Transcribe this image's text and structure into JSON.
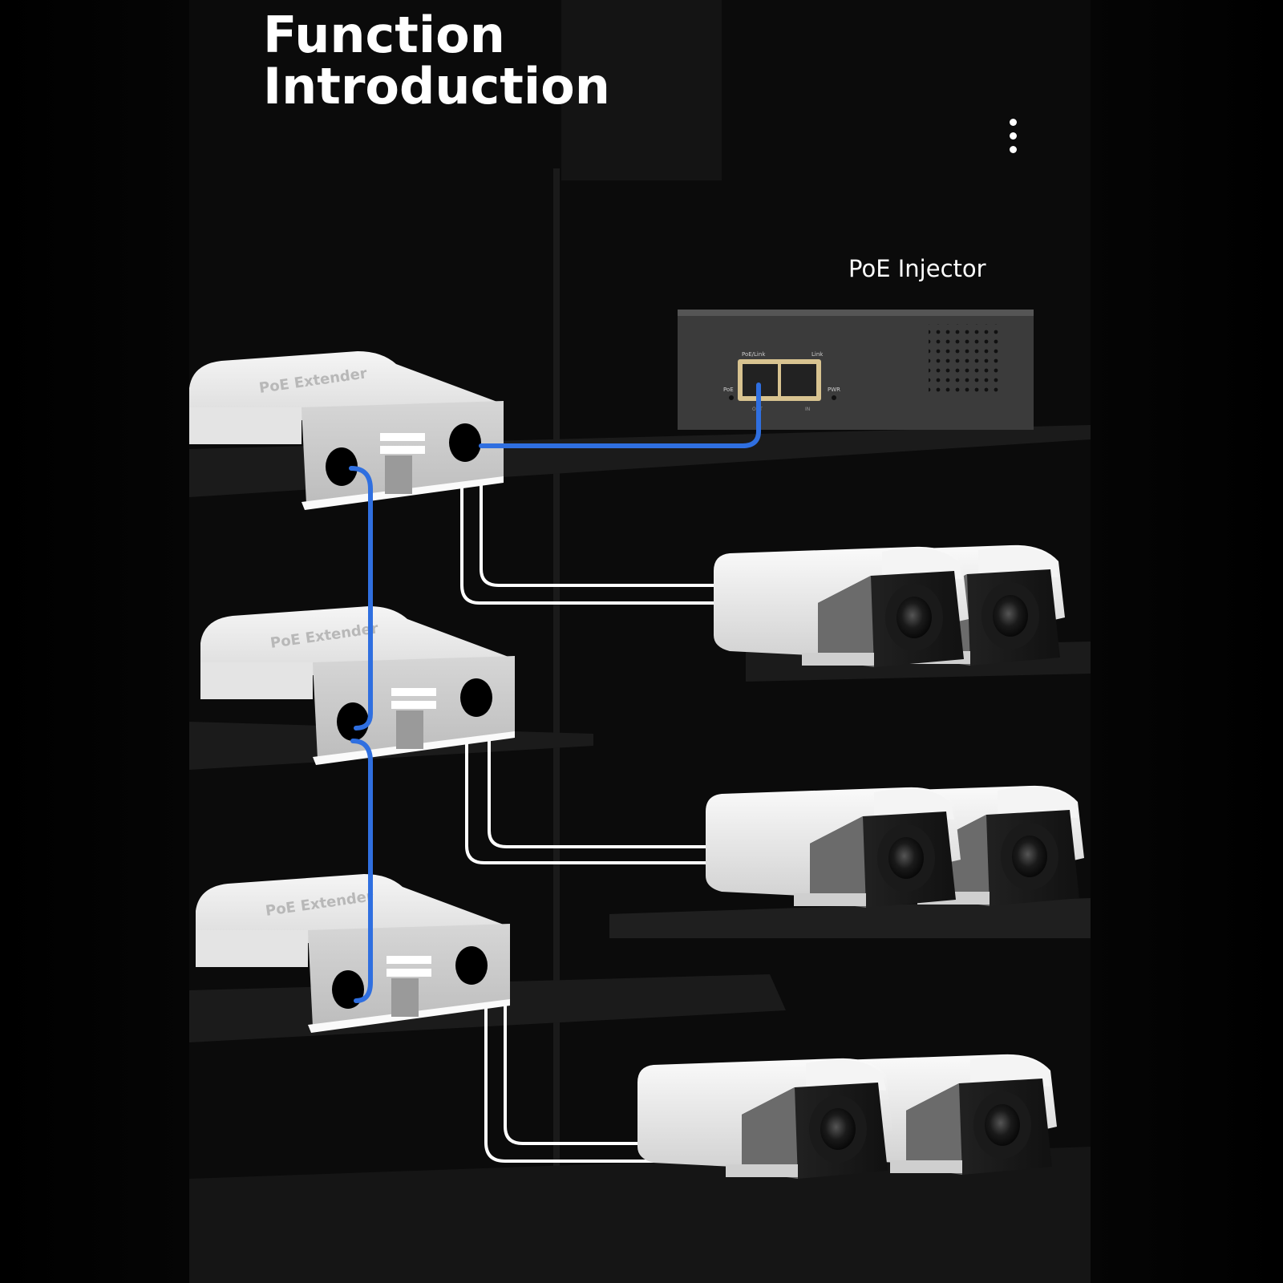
{
  "header": {
    "title_line1": "Function",
    "title_line2": "Introduction"
  },
  "injector": {
    "label": "PoE Injector",
    "port_label_left": "PoE/Link",
    "port_label_right": "Link",
    "led_left": "PoE",
    "led_right": "PWR",
    "out_label": "OUT",
    "in_label": "IN"
  },
  "extenders": [
    {
      "label": "PoE Extender"
    },
    {
      "label": "PoE Extender"
    },
    {
      "label": "PoE Extender"
    }
  ],
  "icons": {
    "menu": "more-vertical-icon",
    "camera": "bullet-camera-icon"
  },
  "colors": {
    "background": "#000000",
    "cable_blue": "#2f6fe0",
    "cable_white": "#ffffff",
    "device_white": "#e9e9e9",
    "injector_gray": "#3a3a3a"
  }
}
